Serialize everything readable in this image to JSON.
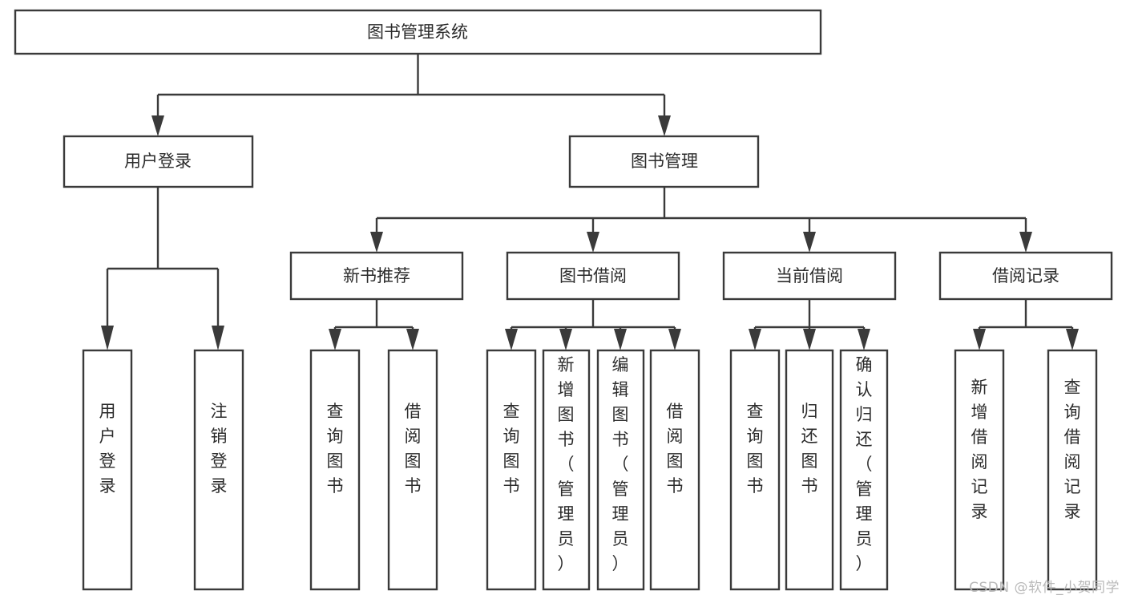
{
  "diagram": {
    "type": "tree-hierarchy-chart",
    "title": "图书管理系统",
    "orientation": "top-down",
    "box_fill": "#ffffff",
    "box_stroke": "#3a3a3a",
    "text_color": "#2b2b2b",
    "levels": [
      {
        "level": 1,
        "nodes": [
          {
            "id": "root",
            "label": "图书管理系统",
            "text_orientation": "horizontal"
          }
        ]
      },
      {
        "level": 2,
        "nodes": [
          {
            "id": "login",
            "label": "用户登录",
            "text_orientation": "horizontal",
            "parent": "root"
          },
          {
            "id": "bookmgmt",
            "label": "图书管理",
            "text_orientation": "horizontal",
            "parent": "root"
          }
        ]
      },
      {
        "level": 3,
        "nodes": [
          {
            "id": "newbook",
            "label": "新书推荐",
            "text_orientation": "horizontal",
            "parent": "bookmgmt"
          },
          {
            "id": "borrow",
            "label": "图书借阅",
            "text_orientation": "horizontal",
            "parent": "bookmgmt"
          },
          {
            "id": "current",
            "label": "当前借阅",
            "text_orientation": "horizontal",
            "parent": "bookmgmt"
          },
          {
            "id": "records",
            "label": "借阅记录",
            "text_orientation": "horizontal",
            "parent": "bookmgmt"
          }
        ]
      },
      {
        "level": 4,
        "nodes": [
          {
            "id": "leaf1",
            "label": "用户登录",
            "text_orientation": "vertical",
            "parent": "login"
          },
          {
            "id": "leaf2",
            "label": "注销登录",
            "text_orientation": "vertical",
            "parent": "login"
          },
          {
            "id": "leaf3",
            "label": "查询图书",
            "text_orientation": "vertical",
            "parent": "newbook"
          },
          {
            "id": "leaf4",
            "label": "借阅图书",
            "text_orientation": "vertical",
            "parent": "newbook"
          },
          {
            "id": "leaf5",
            "label": "查询图书",
            "text_orientation": "vertical",
            "parent": "borrow"
          },
          {
            "id": "leaf6",
            "label": "新增图书（管理员）",
            "text_orientation": "vertical",
            "parent": "borrow"
          },
          {
            "id": "leaf7",
            "label": "编辑图书（管理员）",
            "text_orientation": "vertical",
            "parent": "borrow"
          },
          {
            "id": "leaf8",
            "label": "借阅图书",
            "text_orientation": "vertical",
            "parent": "borrow"
          },
          {
            "id": "leaf9",
            "label": "查询图书",
            "text_orientation": "vertical",
            "parent": "current"
          },
          {
            "id": "leaf10",
            "label": "归还图书",
            "text_orientation": "vertical",
            "parent": "current"
          },
          {
            "id": "leaf11",
            "label": "确认归还（管理员）",
            "text_orientation": "vertical",
            "parent": "current"
          },
          {
            "id": "leaf12",
            "label": "新增借阅记录",
            "text_orientation": "vertical",
            "parent": "records"
          },
          {
            "id": "leaf13",
            "label": "查询借阅记录",
            "text_orientation": "vertical",
            "parent": "records"
          }
        ]
      }
    ]
  },
  "watermark": {
    "text": "CSDN @软件_小贺同学"
  }
}
